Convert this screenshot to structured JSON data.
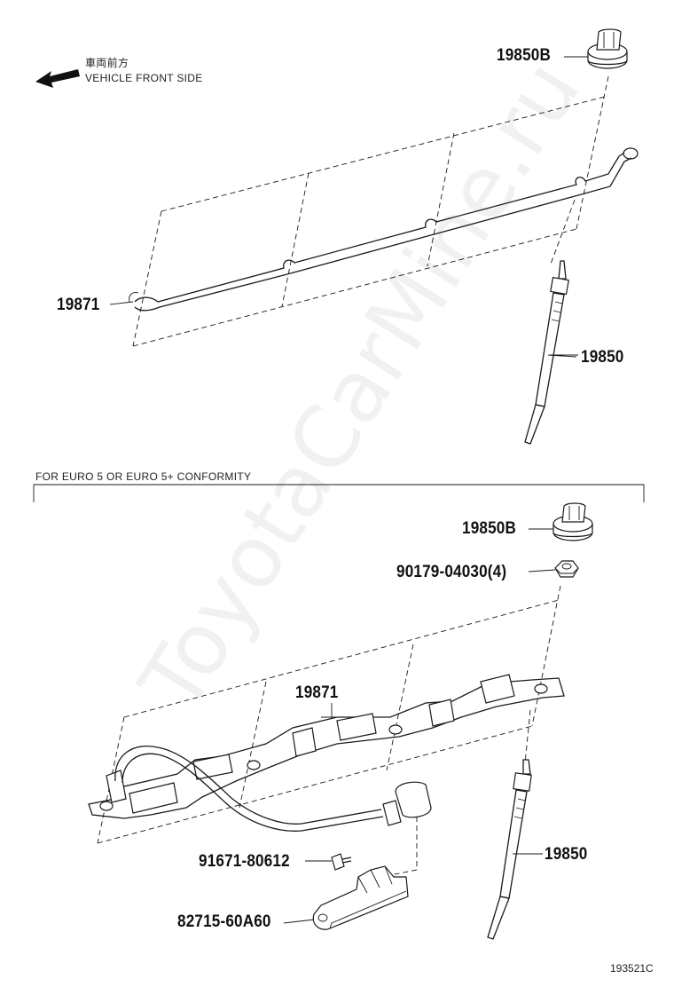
{
  "header": {
    "front_jp": "車両前方",
    "front_en": "VEHICLE FRONT SIDE"
  },
  "section2": {
    "title": "FOR EURO 5 OR EURO 5+ CONFORMITY"
  },
  "top_parts": {
    "p19850B": "19850B",
    "p19871": "19871",
    "p19850": "19850"
  },
  "bottom_parts": {
    "p19850B": "19850B",
    "p90179": "90179-04030(4)",
    "p19871": "19871",
    "p91671": "91671-80612",
    "p82715": "82715-60A60",
    "p19850": "19850"
  },
  "watermark": "ToyotaCarMine.ru",
  "figure_code": "193521C"
}
